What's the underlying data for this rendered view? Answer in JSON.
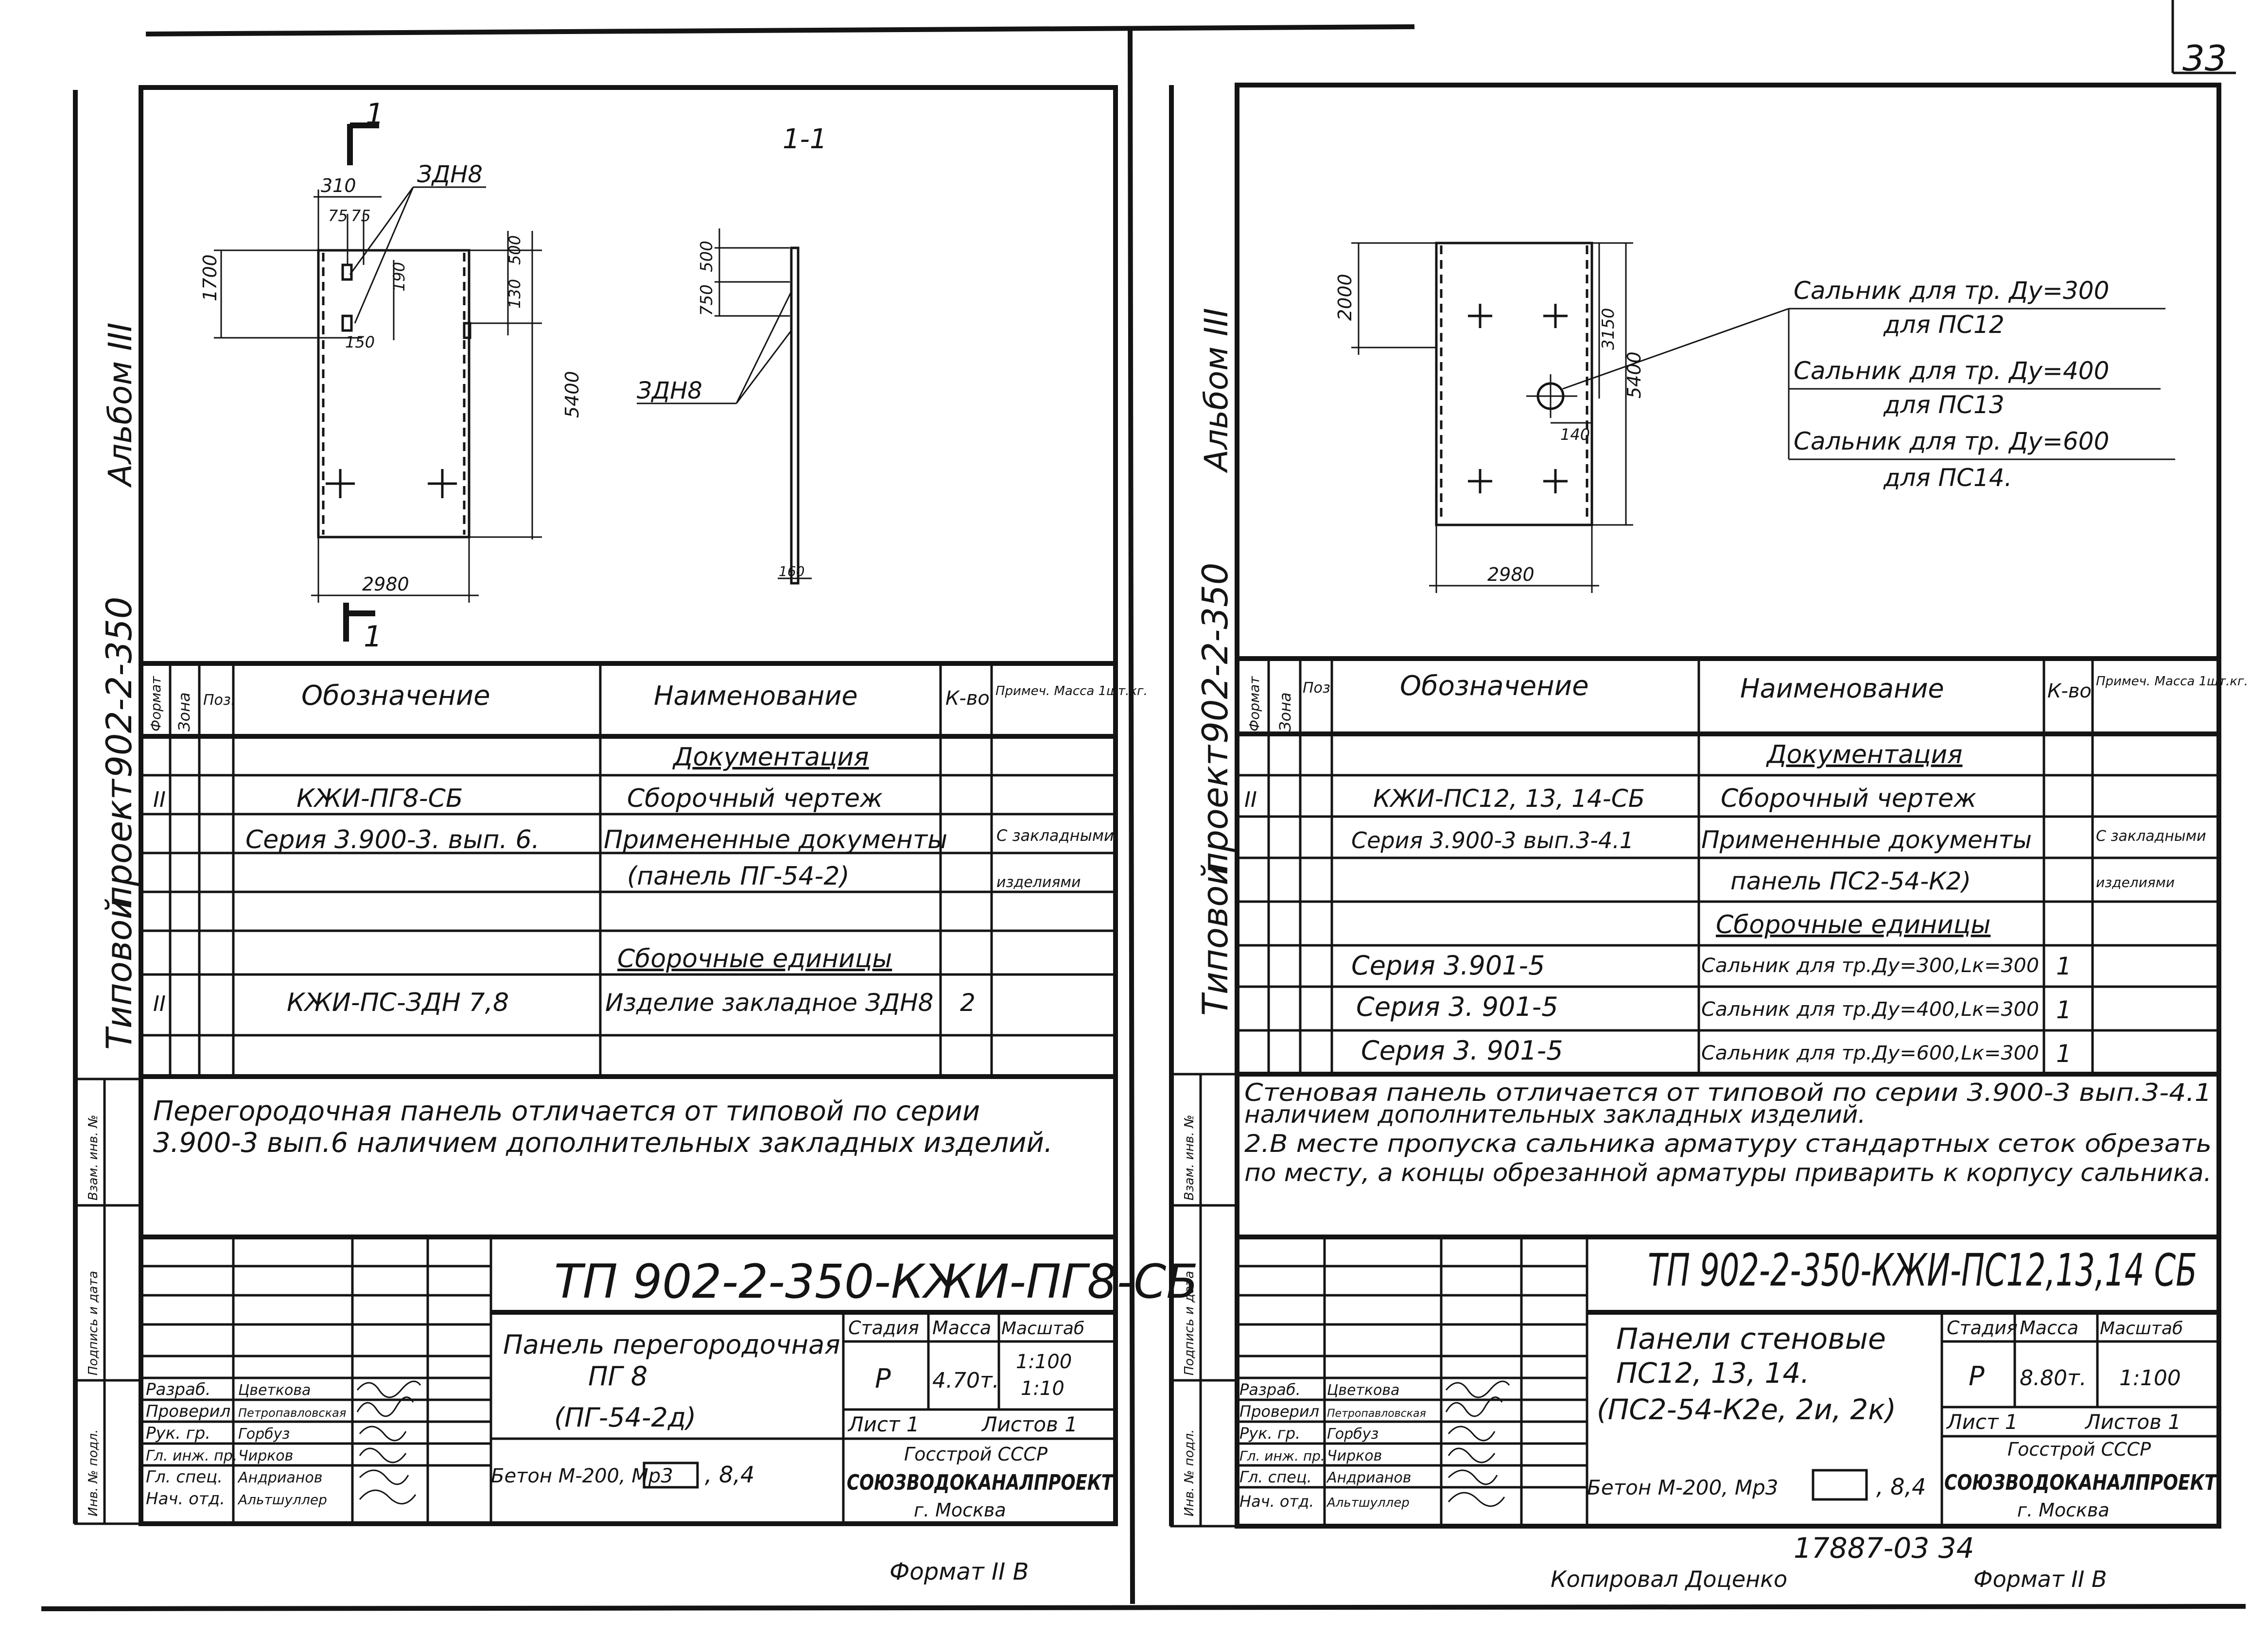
{
  "page_number": "33",
  "left": {
    "side_label": {
      "t1": "Типовой",
      "t2": "проект",
      "t3": "902-2-350",
      "t4": "Альбом III"
    },
    "drawing": {
      "section_mark": "1",
      "section_title": "1-1",
      "d_top": "310",
      "d_a": "75",
      "d_b": "75",
      "d_leader": "ЗДН8",
      "d_1700": "1700",
      "d_500": "500",
      "d_190": "190",
      "d_130": "130",
      "d_150": "150",
      "d_5400": "5400",
      "d_2980": "2980",
      "s_750": "750",
      "s_500": "500",
      "s_leader": "ЗДН8",
      "s_160": "160"
    },
    "table": {
      "headers": {
        "format": "Формат",
        "zone": "Зона",
        "pos": "Поз.",
        "designation": "Обозначение",
        "name": "Наименование",
        "qty": "К-во",
        "note": "Примеч. Масса 1шт.кг."
      },
      "rows": [
        {
          "format": "",
          "designation": "",
          "name": "Документация",
          "qty": "",
          "note": ""
        },
        {
          "format": "II",
          "designation": "КЖИ-ПГ8-СБ",
          "name": "Сборочный чертеж",
          "qty": "",
          "note": ""
        },
        {
          "format": "",
          "designation": "Серия 3.900-3. вып. 6.",
          "name": "Примененные документы",
          "qty": "",
          "note": "С закладными"
        },
        {
          "format": "",
          "designation": "",
          "name": "(панель ПГ-54-2)",
          "qty": "",
          "note": "изделиями"
        },
        {
          "format": "",
          "designation": "",
          "name": "",
          "qty": "",
          "note": ""
        },
        {
          "format": "",
          "designation": "",
          "name": "Сборочные единицы",
          "qty": "",
          "note": ""
        },
        {
          "format": "II",
          "designation": "КЖИ-ПС-ЗДН 7,8",
          "name": "Изделие закладное ЗДН8",
          "qty": "2",
          "note": ""
        },
        {
          "format": "",
          "designation": "",
          "name": "",
          "qty": "",
          "note": ""
        }
      ]
    },
    "note": {
      "line1": "Перегородочная панель отличается от типовой по серии",
      "line2": "3.900-3 вып.6 наличием дополнительных закладных изделий."
    },
    "stamp": {
      "code": "ТП 902-2-350-КЖИ-ПГ8-СБ",
      "title1": "Панель перегородочная",
      "title2": "ПГ 8",
      "title3": "(ПГ-54-2д)",
      "h_stage": "Стадия",
      "h_mass": "Масса",
      "h_scale": "Масштаб",
      "stage": "Р",
      "mass": "4.70т.",
      "scale1": "1:100",
      "scale2": "1:10",
      "sheet": "Лист 1",
      "sheets": "Листов 1",
      "material_prefix": "Бетон М-200, Мр3",
      "material_suffix": ", 8,4",
      "org1": "Госстрой СССР",
      "org2": "СОЮЗВОДОКАНАЛПРОЕКТ",
      "org3": "г. Москва",
      "staff": [
        {
          "role": "Разраб.",
          "name": "Цветкова"
        },
        {
          "role": "Проверил",
          "name": "Петропавловская"
        },
        {
          "role": "Рук. гр.",
          "name": "Горбуз"
        },
        {
          "role": "Гл. инж. пр.",
          "name": "Чирков"
        },
        {
          "role": "Гл. спец.",
          "name": "Андрианов"
        },
        {
          "role": "Нач. отд.",
          "name": "Альтшуллер"
        }
      ]
    },
    "side_box": {
      "a": "Инв. № подл.",
      "b": "Подпись и дата",
      "c": "Взам. инв. №"
    },
    "format": "Формат II В"
  },
  "right": {
    "side_label": {
      "t1": "Типовой",
      "t2": "проект",
      "t3": "902-2-350",
      "t4": "Альбом III"
    },
    "drawing": {
      "d_2000": "2000",
      "d_3150": "3150",
      "d_5400": "5400",
      "d_140": "140",
      "d_2980": "2980",
      "c1": "Сальник для тр. Ду=300",
      "c1b": "для ПС12",
      "c2": "Сальник для тр. Ду=400",
      "c2b": "для ПС13",
      "c3": "Сальник для тр. Ду=600",
      "c3b": "для ПС14."
    },
    "table": {
      "headers": {
        "format": "Формат",
        "zone": "Зона",
        "pos": "Поз.",
        "designation": "Обозначение",
        "name": "Наименование",
        "qty": "К-во",
        "note": "Примеч. Масса 1шт.кг."
      },
      "rows": [
        {
          "format": "",
          "designation": "",
          "name": "Документация",
          "qty": "",
          "note": ""
        },
        {
          "format": "II",
          "designation": "КЖИ-ПС12, 13, 14-СБ",
          "name": "Сборочный чертеж",
          "qty": "",
          "note": ""
        },
        {
          "format": "",
          "designation": "Серия 3.900-3 вып.3-4.1",
          "name": "Примененные документы",
          "qty": "",
          "note": "С закладными"
        },
        {
          "format": "",
          "designation": "",
          "name": "панель ПС2-54-К2)",
          "qty": "",
          "note": "изделиями"
        },
        {
          "format": "",
          "designation": "",
          "name": "Сборочные единицы",
          "qty": "",
          "note": ""
        },
        {
          "format": "",
          "designation": "Серия 3.901-5",
          "name": "Сальник для тр.Ду=300,Lк=300",
          "qty": "1",
          "note": ""
        },
        {
          "format": "",
          "designation": "Серия 3. 901-5",
          "name": "Сальник для тр.Ду=400,Lк=300",
          "qty": "1",
          "note": ""
        },
        {
          "format": "",
          "designation": "Серия 3. 901-5",
          "name": "Сальник для тр.Ду=600,Lк=300",
          "qty": "1",
          "note": ""
        }
      ]
    },
    "note": {
      "line1": "Стеновая панель отличается от типовой по серии 3.900-3 вып.3-4.1",
      "line2": "наличием дополнительных закладных изделий.",
      "line3": "2.В месте пропуска сальника арматуру стандартных сеток обрезать",
      "line4": "по месту, а концы обрезанной арматуры приварить к корпусу сальника."
    },
    "stamp": {
      "code": "ТП 902-2-350-КЖИ-ПС12,13,14 СБ",
      "title1": "Панели стеновые",
      "title2": "ПС12, 13, 14.",
      "title3": "(ПС2-54-К2е, 2и, 2к)",
      "h_stage": "Стадия",
      "h_mass": "Масса",
      "h_scale": "Масштаб",
      "stage": "Р",
      "mass": "8.80т.",
      "scale1": "1:100",
      "sheet": "Лист 1",
      "sheets": "Листов 1",
      "material_prefix": "Бетон М-200, Мр3",
      "material_suffix": ", 8,4",
      "org1": "Госстрой СССР",
      "org2": "СОЮЗВОДОКАНАЛПРОЕКТ",
      "org3": "г. Москва",
      "staff": [
        {
          "role": "Разраб.",
          "name": "Цветкова"
        },
        {
          "role": "Проверил",
          "name": "Петропавловская"
        },
        {
          "role": "Рук. гр.",
          "name": "Горбуз"
        },
        {
          "role": "Гл. инж. пр.",
          "name": "Чирков"
        },
        {
          "role": "Гл. спец.",
          "name": "Андрианов"
        },
        {
          "role": "Нач. отд.",
          "name": "Альтшуллер"
        }
      ]
    },
    "side_box": {
      "a": "Инв. № подл.",
      "b": "Подпись и дата",
      "c": "Взам. инв. №"
    },
    "doc_number": "17887-03 34",
    "copied": "Копировал Доценко",
    "format": "Формат II В"
  }
}
